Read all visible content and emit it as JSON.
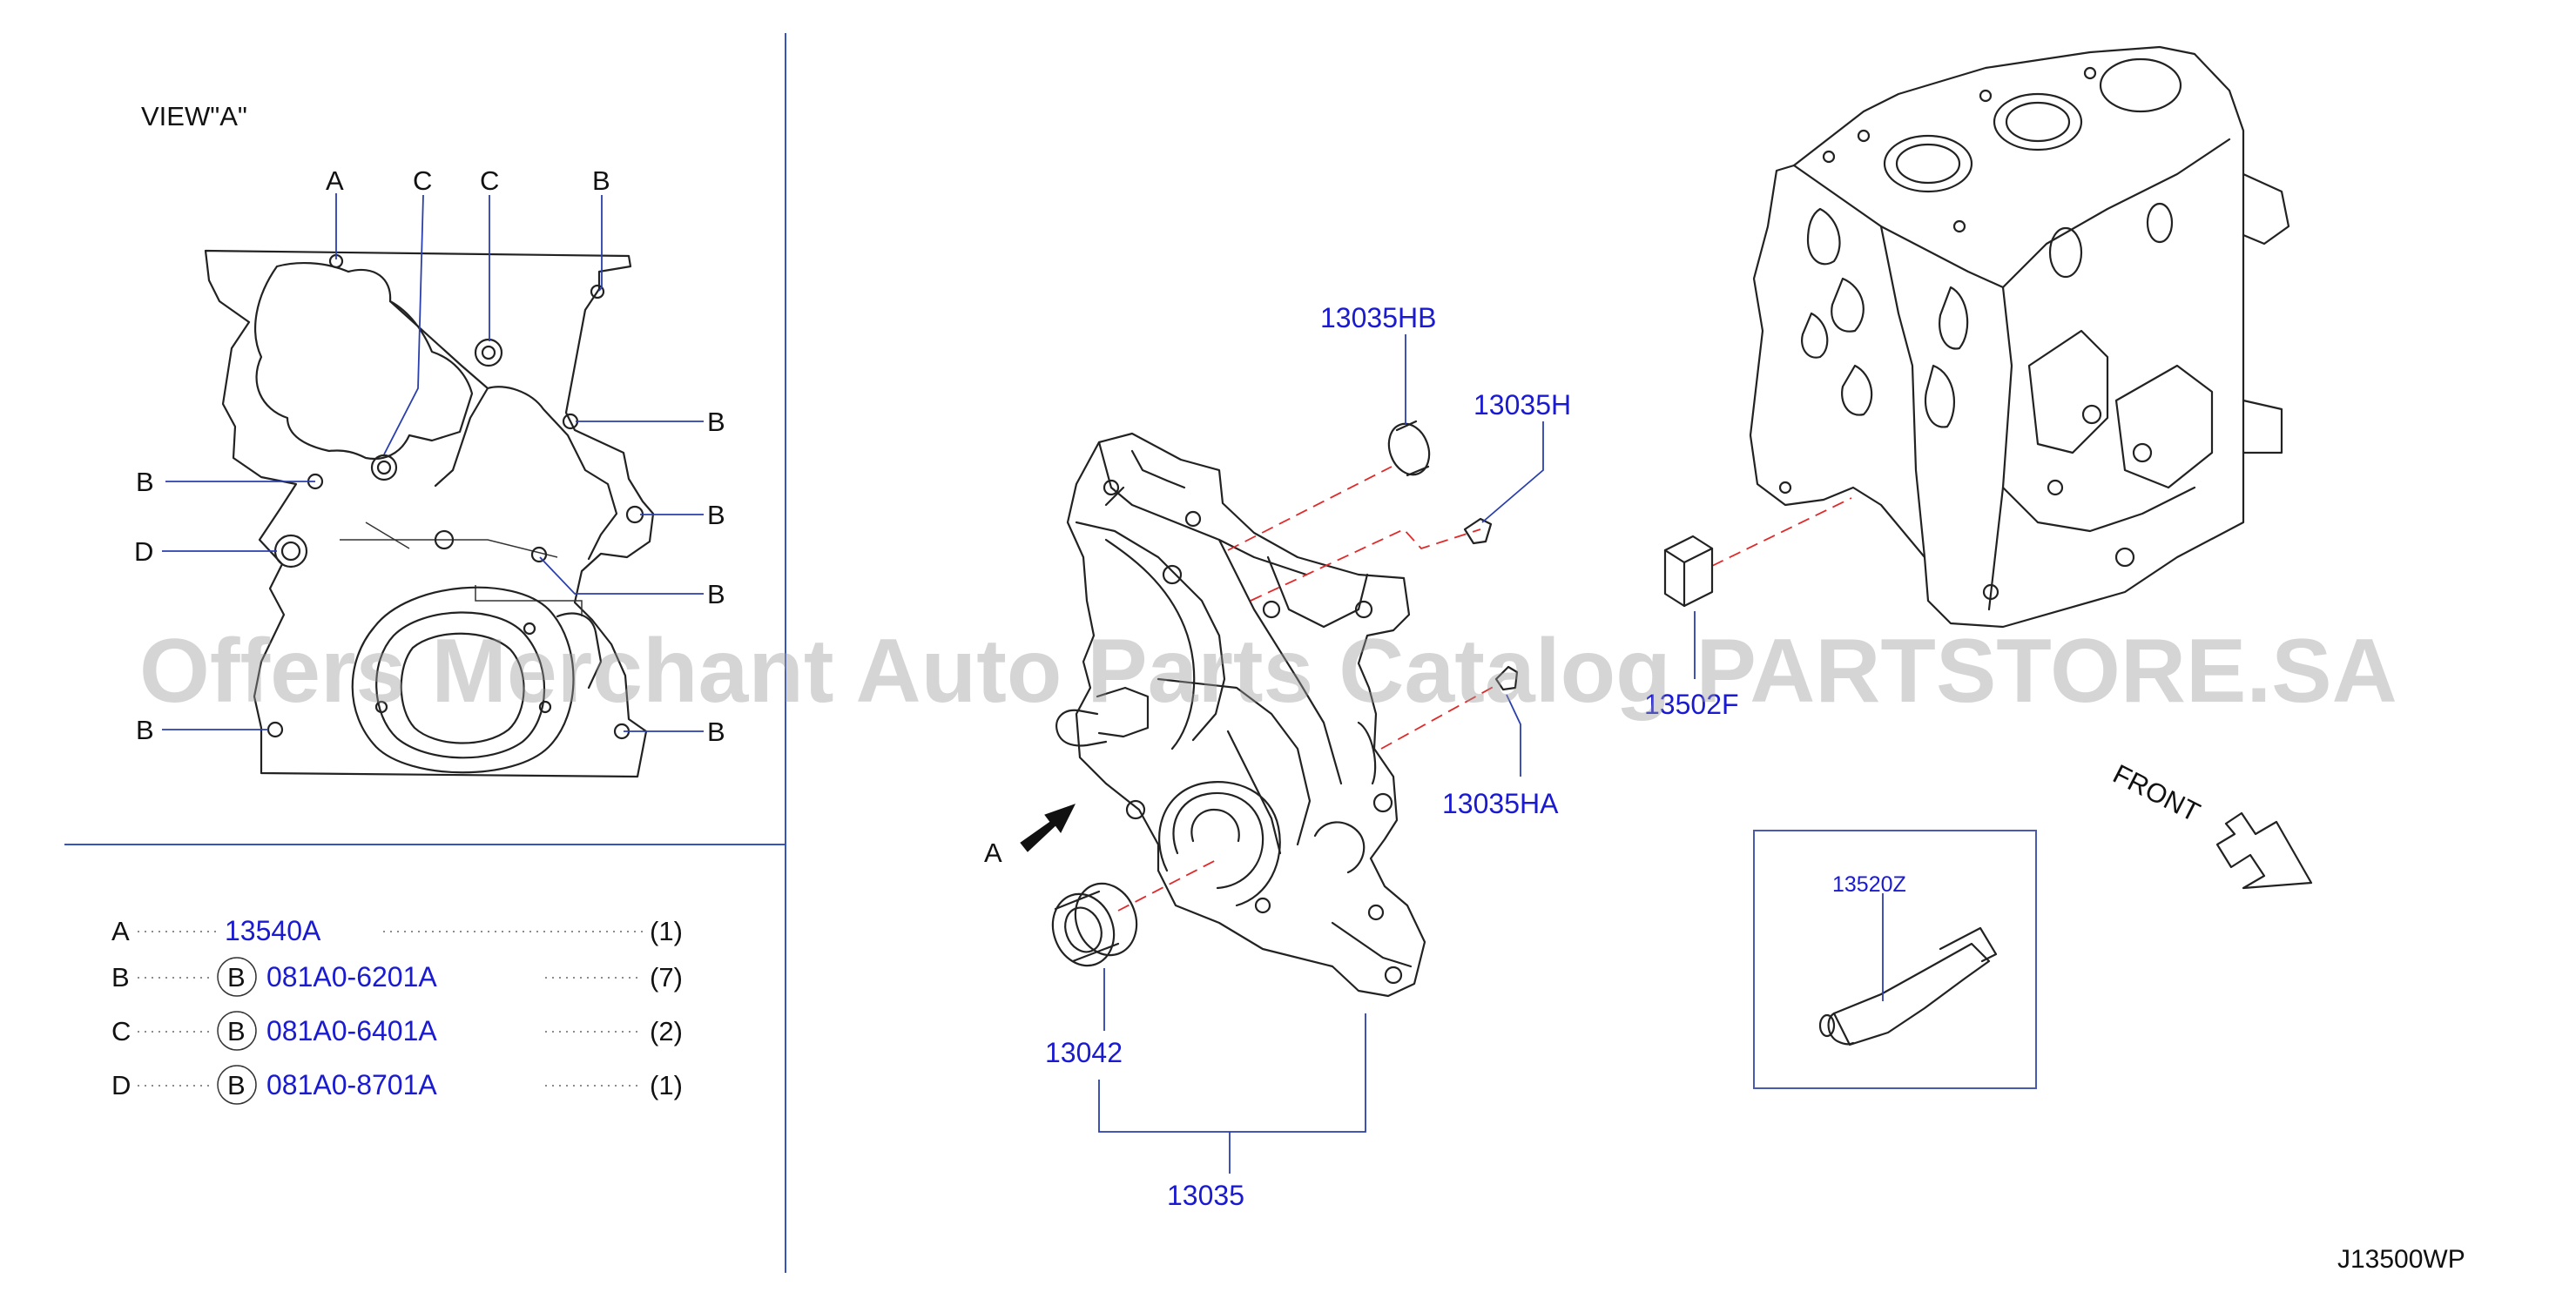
{
  "view_label": "VIEW\"A\"",
  "view_callouts": {
    "a": "A",
    "c1": "C",
    "c2": "C",
    "b_top": "B",
    "b_r1": "B",
    "b_l1": "B",
    "b_r2": "B",
    "d": "D",
    "b_r3": "B",
    "b_l2": "B",
    "b_r4": "B"
  },
  "legend": [
    {
      "letter": "A",
      "circle": "",
      "part": "13540A",
      "qty": "(1)"
    },
    {
      "letter": "B",
      "circle": "B",
      "part": "081A0-6201A",
      "qty": "(7)"
    },
    {
      "letter": "C",
      "circle": "B",
      "part": "081A0-6401A",
      "qty": "(2)"
    },
    {
      "letter": "D",
      "circle": "B",
      "part": "081A0-8701A",
      "qty": "(1)"
    }
  ],
  "parts": {
    "p13035HB": "13035HB",
    "p13035H": "13035H",
    "p13035HA": "13035HA",
    "p13502F": "13502F",
    "p13042": "13042",
    "p13035": "13035",
    "p13520Z": "13520Z"
  },
  "arrow_a_label": "A",
  "front_label": "FRONT",
  "diagram_code": "J13500WP",
  "watermark": "Offers Merchant Auto Parts Catalog PARTSTORE.SA",
  "colors": {
    "part_number": "#1a1ad0",
    "leader": "#2a3fae",
    "guide_dashed": "#e02a2a",
    "line_art": "#222222"
  }
}
